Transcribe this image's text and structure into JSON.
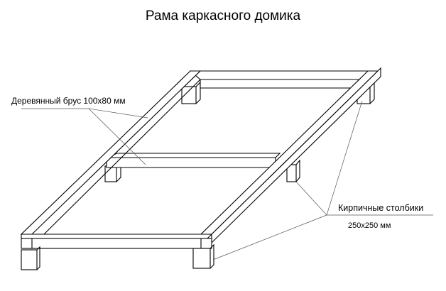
{
  "title": "Рама каркасного домика",
  "labels": {
    "beam": "Деревянный брус 100х80 мм",
    "posts": "Кирпичные столбики",
    "posts_size": "250х250 мм"
  }
}
